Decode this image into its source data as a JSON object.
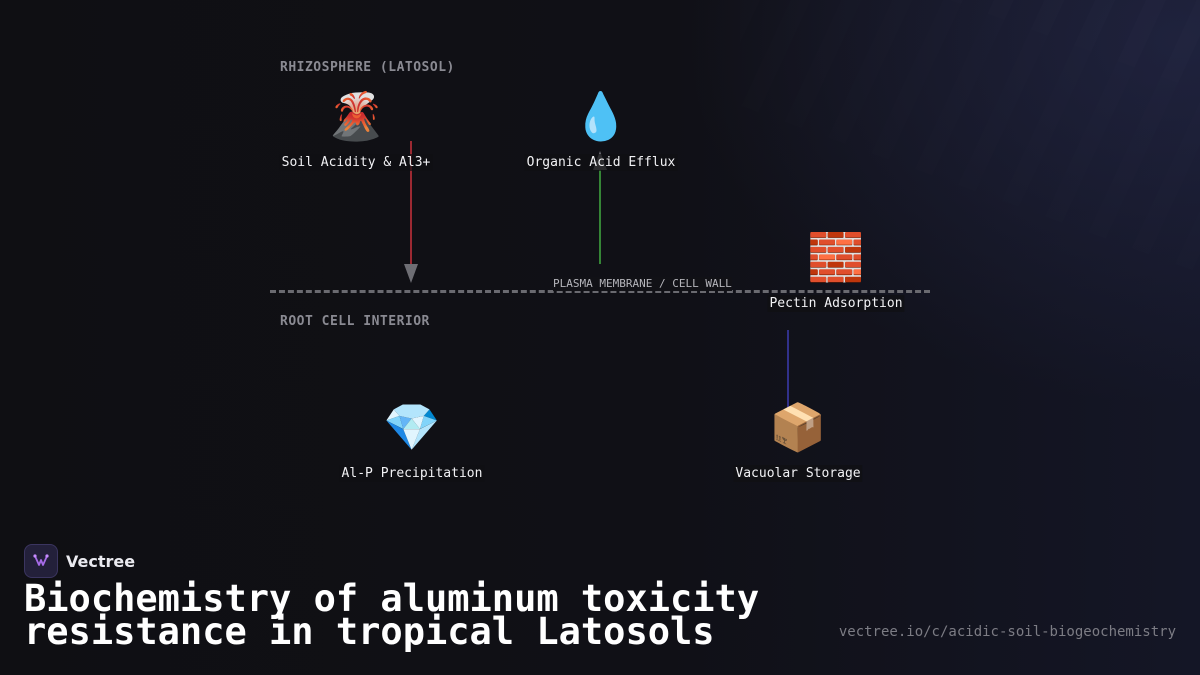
{
  "zones": {
    "rhizosphere": "RHIZOSPHERE (LATOSOL)",
    "interior": "ROOT CELL INTERIOR",
    "membrane": "PLASMA MEMBRANE / CELL WALL"
  },
  "nodes": {
    "soil_acidity": {
      "icon": "volcano-icon",
      "emoji": "🌋",
      "label": "Soil Acidity & Al3+"
    },
    "organic_acid": {
      "icon": "droplet-icon",
      "emoji": "💧",
      "label": "Organic Acid Efflux"
    },
    "pectin": {
      "icon": "brick-icon",
      "emoji": "🧱",
      "label": "Pectin Adsorption"
    },
    "al_p": {
      "icon": "gem-icon",
      "emoji": "💎",
      "label": "Al-P Precipitation"
    },
    "vacuolar": {
      "icon": "package-icon",
      "emoji": "📦",
      "label": "Vacuolar Storage"
    }
  },
  "connections": [
    {
      "from": "soil_acidity",
      "to": "membrane",
      "color": "#c0303a"
    },
    {
      "from": "membrane",
      "to": "organic_acid",
      "color": "#3fa33f"
    },
    {
      "from": "pectin",
      "to": "vacuolar",
      "color": "#3a3aa8"
    }
  ],
  "footer": {
    "brand": "Vectree",
    "title": "Biochemistry of aluminum toxicity resistance in tropical Latosols",
    "url": "vectree.io/c/acidic-soil-biogeochemistry"
  }
}
